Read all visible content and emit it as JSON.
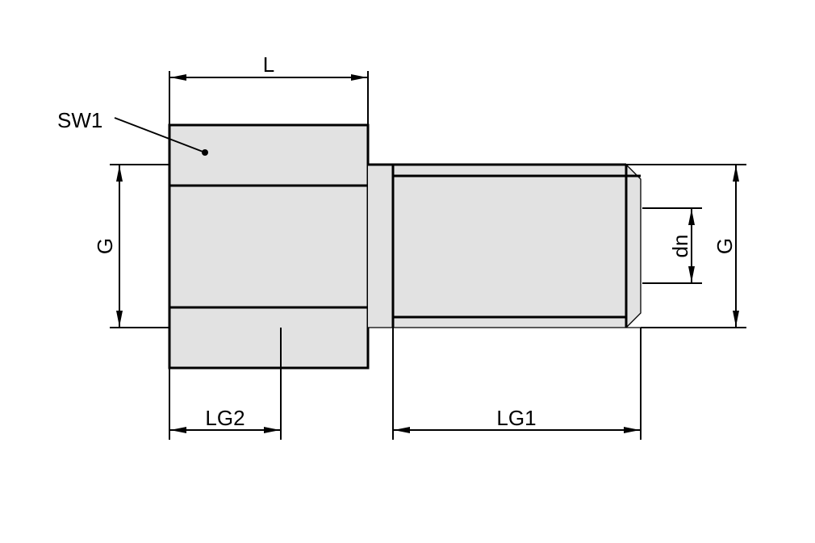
{
  "drawing": {
    "type": "technical-drawing",
    "subject": "threaded hex adapter / fitting side view",
    "colors": {
      "background": "#ffffff",
      "part_fill": "#e2e2e2",
      "line": "#000000"
    },
    "dimensions": {
      "L": "L",
      "SW1": "SW1",
      "G_left": "G",
      "G_right": "G",
      "dn": "dn",
      "LG1": "LG1",
      "LG2": "LG2"
    }
  }
}
